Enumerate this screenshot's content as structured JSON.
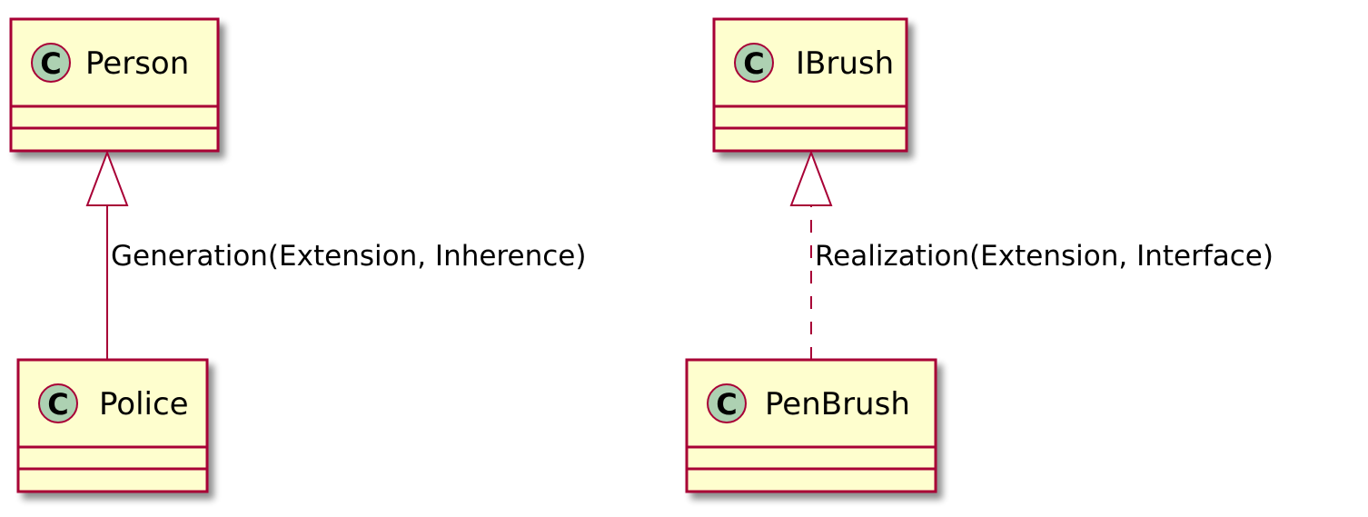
{
  "colors": {
    "class_fill": "#FEFECE",
    "border": "#A80036",
    "circle_fill": "#ADD1B2",
    "text": "#000000",
    "shadow": "#c8c8c8"
  },
  "classes": {
    "person": {
      "stereotype": "C",
      "name": "Person"
    },
    "police": {
      "stereotype": "C",
      "name": "Police"
    },
    "ibrush": {
      "stereotype": "C",
      "name": "IBrush"
    },
    "penbrush": {
      "stereotype": "C",
      "name": "PenBrush"
    }
  },
  "relations": {
    "generalization": {
      "label": "Generation(Extension, Inherence)",
      "style": "solid",
      "from": "Police",
      "to": "Person"
    },
    "realization": {
      "label": "Realization(Extension, Interface)",
      "style": "dashed",
      "from": "PenBrush",
      "to": "IBrush"
    }
  }
}
